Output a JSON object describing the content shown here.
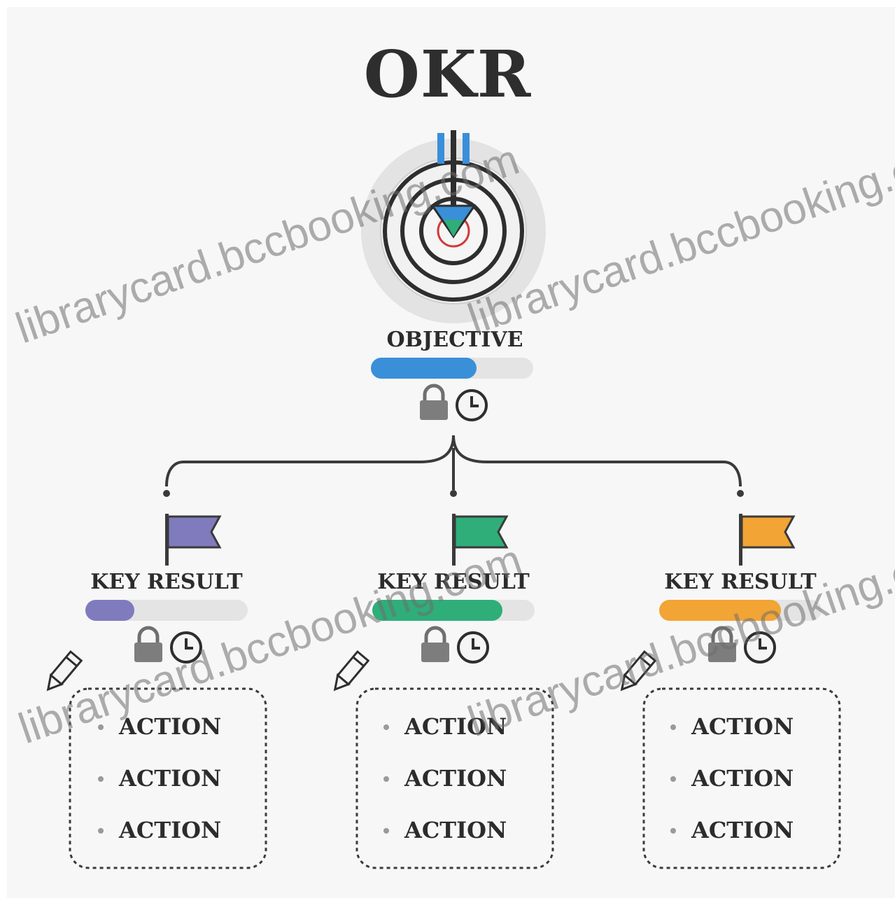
{
  "title": "OKR",
  "objective": {
    "label": "OBJECTIVE",
    "progress": 0.65,
    "color": "#3a8fd9",
    "icons": [
      "lock-icon",
      "clock-icon"
    ]
  },
  "key_results": [
    {
      "label": "KEY RESULT",
      "progress": 0.3,
      "color": "#7f7bbd",
      "icons": [
        "lock-icon",
        "clock-icon"
      ],
      "pencil_icon": "pencil-icon",
      "actions": [
        "ACTION",
        "ACTION",
        "ACTION"
      ]
    },
    {
      "label": "KEY RESULT",
      "progress": 0.8,
      "color": "#2fae7a",
      "icons": [
        "lock-icon",
        "clock-icon"
      ],
      "pencil_icon": "pencil-icon",
      "actions": [
        "ACTION",
        "ACTION",
        "ACTION"
      ]
    },
    {
      "label": "KEY RESULT",
      "progress": 0.75,
      "color": "#f2a434",
      "icons": [
        "lock-icon",
        "clock-icon"
      ],
      "pencil_icon": "pencil-icon",
      "actions": [
        "ACTION",
        "ACTION",
        "ACTION"
      ]
    }
  ],
  "watermark": "librarycard.bccbooking.com",
  "colors": {
    "text": "#2c2c2c",
    "icon_gray": "#7d7d7d",
    "track": "#e4e4e4",
    "target_ring": "#d9d9d9",
    "arrow_blue": "#3a8fd9",
    "arrow_green": "#2fae7a"
  }
}
